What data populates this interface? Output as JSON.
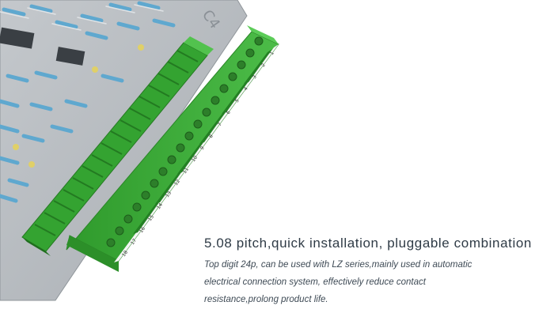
{
  "product": {
    "headline": "5.08 pitch,quick installation, pluggable combination",
    "description_lines": [
      "Top digit 24p, can be used with LZ series,mainly used in automatic",
      "electrical connection system, effectively reduce contact",
      "resistance,prolong product life."
    ],
    "pin_numbers": [
      "1",
      "2",
      "3",
      "4",
      "5",
      "6",
      "7",
      "8",
      "9",
      "10",
      "11",
      "12",
      "13",
      "14",
      "15",
      "16",
      "17",
      "18"
    ]
  },
  "colors": {
    "connector_green": "#3fae3c",
    "pcb_gray": "#b7bcc0",
    "resistor_blue": "#6db3d6",
    "text": "#2f3b46"
  }
}
